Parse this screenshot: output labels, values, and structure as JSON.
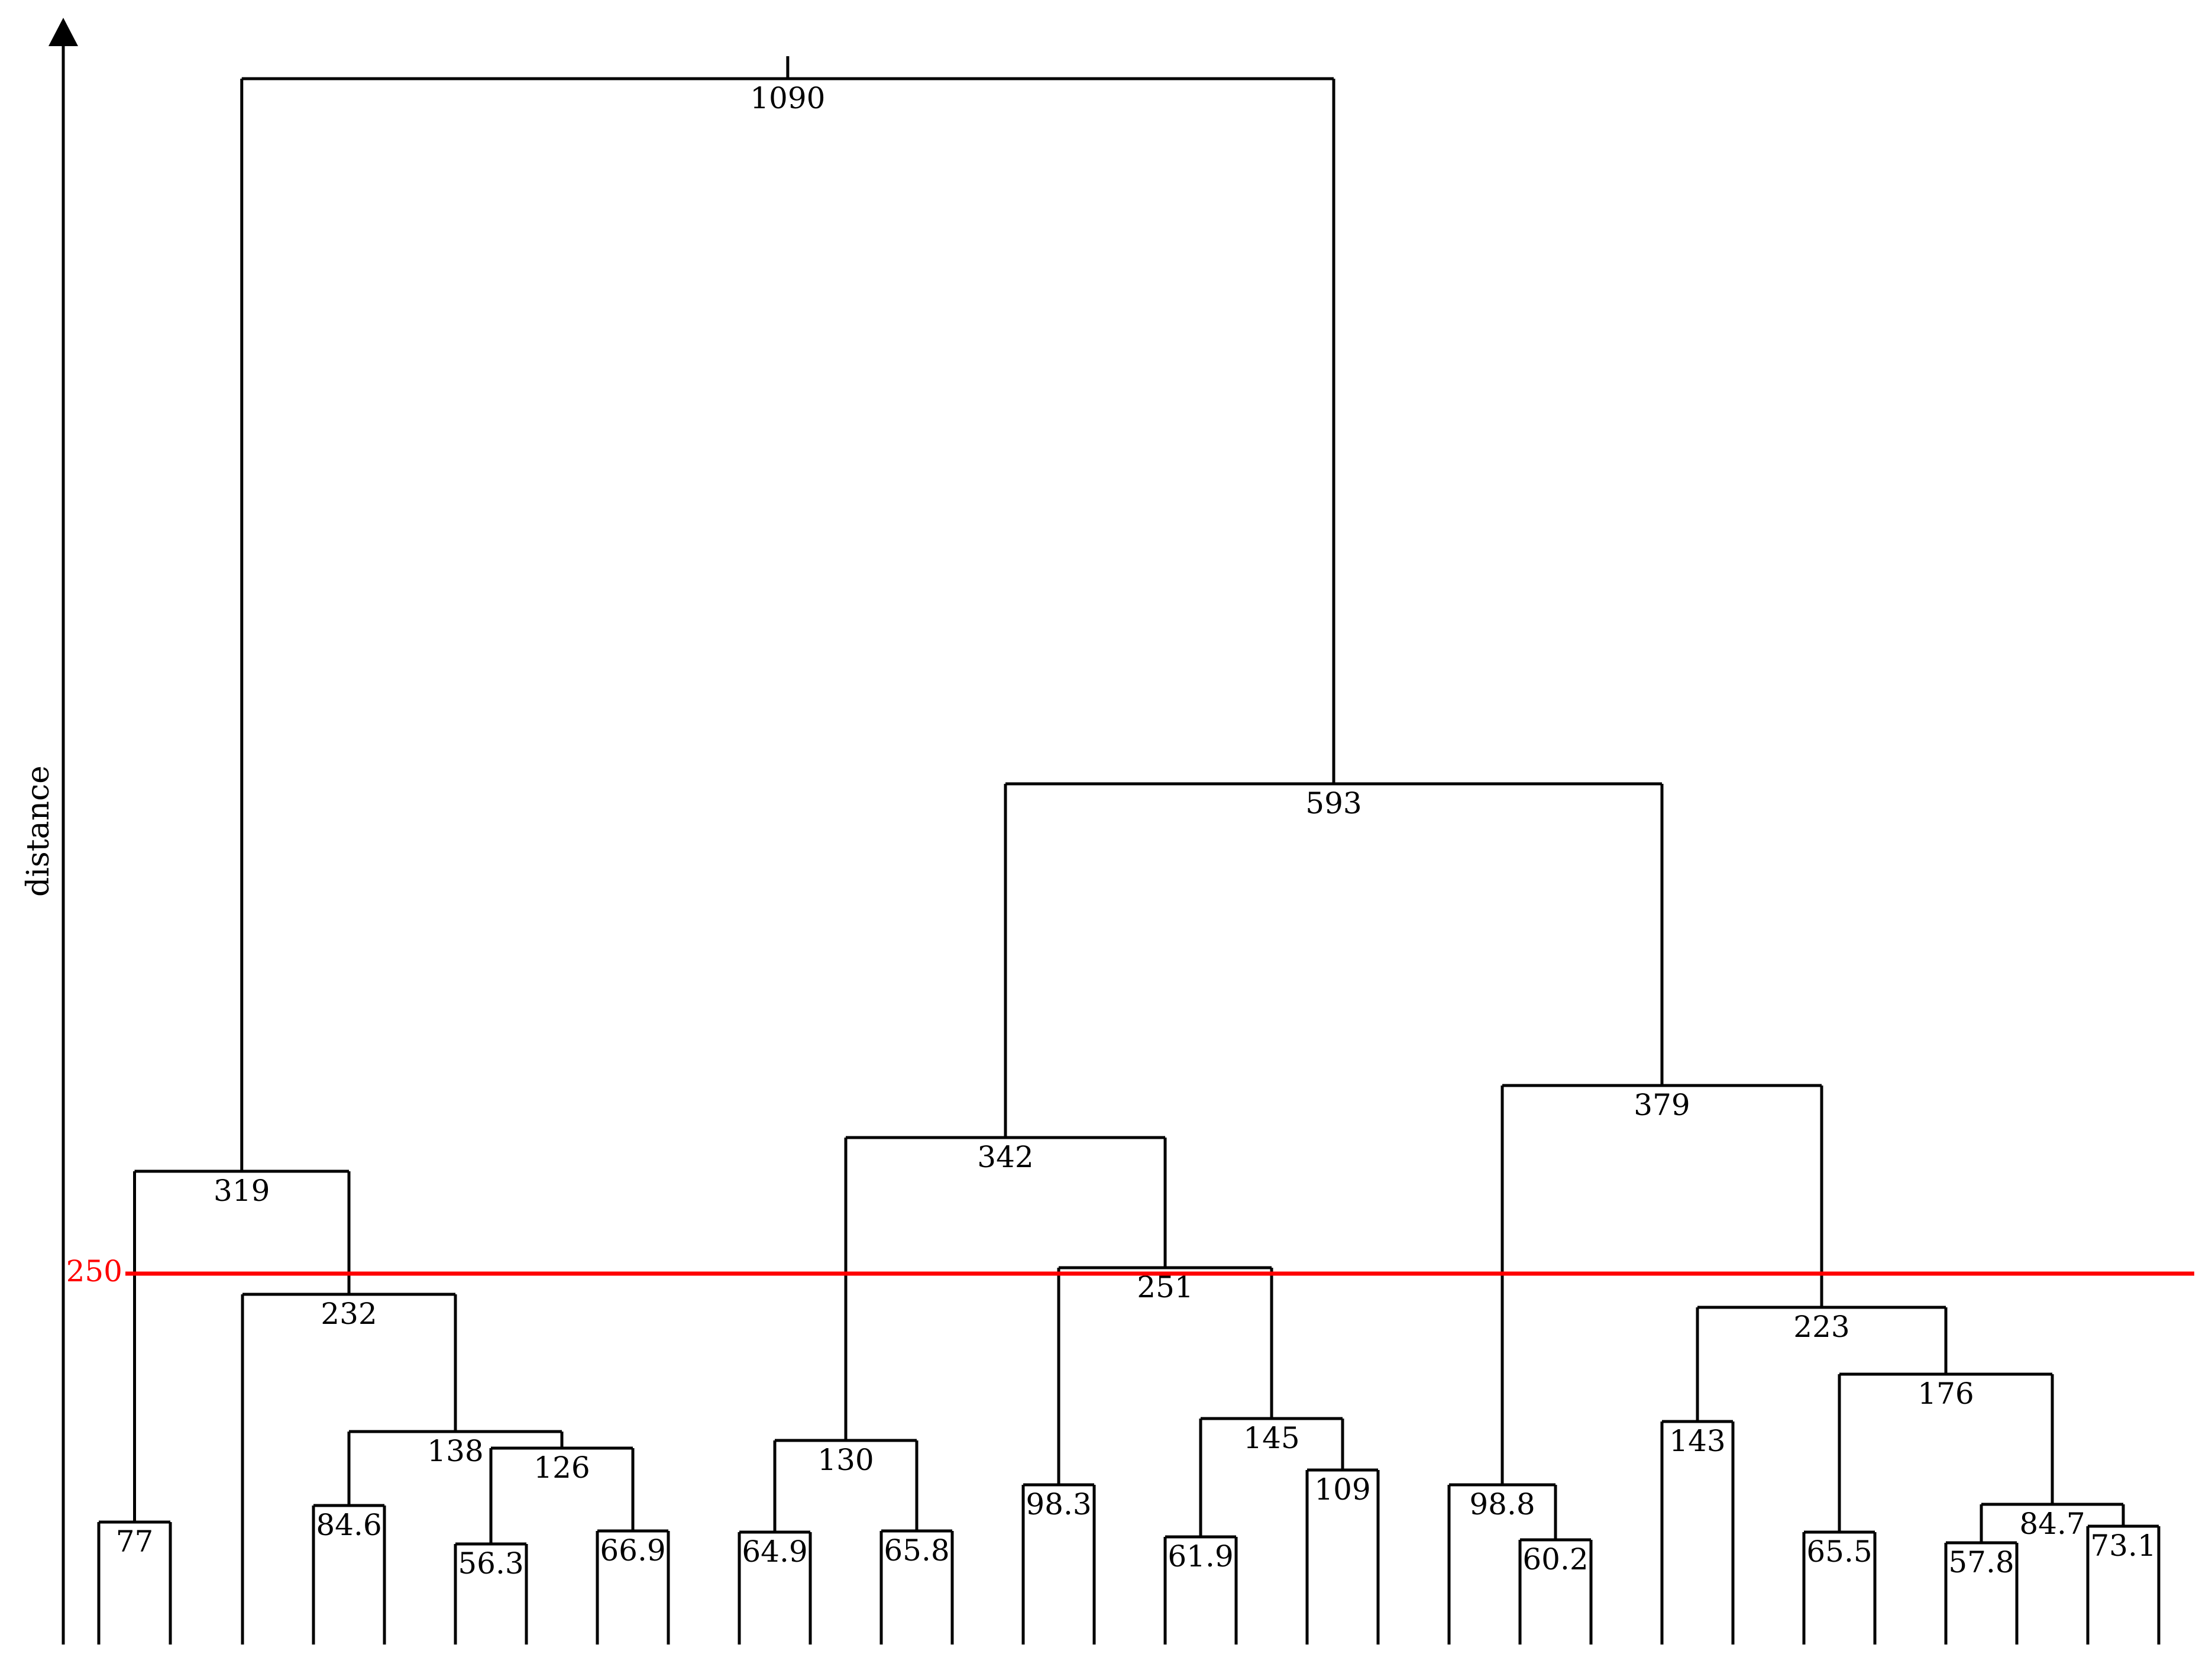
{
  "axis": {
    "label": "distance"
  },
  "threshold": {
    "value": 250,
    "label": "250",
    "color": "#ff0000"
  },
  "chart_data": {
    "type": "dendrogram",
    "leaf_count": 30,
    "merges": [
      {
        "id": "n77",
        "label": "77",
        "children": [
          "leaf1",
          "leaf2"
        ]
      },
      {
        "id": "n84_6",
        "label": "84.6",
        "children": [
          "leaf5",
          "leaf6"
        ]
      },
      {
        "id": "n56_3",
        "label": "56.3",
        "children": [
          "leaf7",
          "leaf8"
        ]
      },
      {
        "id": "n66_9",
        "label": "66.9",
        "children": [
          "leaf9",
          "leaf10"
        ]
      },
      {
        "id": "n126",
        "label": "126",
        "children": [
          "n56_3",
          "n66_9"
        ]
      },
      {
        "id": "n138",
        "label": "138",
        "children": [
          "n84_6",
          "n126"
        ]
      },
      {
        "id": "n232",
        "label": "232",
        "children": [
          "leaf4",
          "n138"
        ]
      },
      {
        "id": "n319",
        "label": "319",
        "children": [
          "n77",
          "n232"
        ]
      },
      {
        "id": "n64_9",
        "label": "64.9",
        "children": [
          "leaf11",
          "leaf12"
        ]
      },
      {
        "id": "n65_8",
        "label": "65.8",
        "children": [
          "leaf13",
          "leaf14"
        ]
      },
      {
        "id": "n130",
        "label": "130",
        "children": [
          "n64_9",
          "n65_8"
        ]
      },
      {
        "id": "n98_3",
        "label": "98.3",
        "children": [
          "leaf15",
          "leaf16"
        ]
      },
      {
        "id": "n61_9",
        "label": "61.9",
        "children": [
          "leaf17",
          "leaf18"
        ]
      },
      {
        "id": "n109",
        "label": "109",
        "children": [
          "leaf19",
          "leaf20"
        ]
      },
      {
        "id": "n145",
        "label": "145",
        "children": [
          "n61_9",
          "n109"
        ]
      },
      {
        "id": "n251",
        "label": "251",
        "children": [
          "n98_3",
          "n145"
        ]
      },
      {
        "id": "n342",
        "label": "342",
        "children": [
          "n130",
          "n251"
        ]
      },
      {
        "id": "n60_2",
        "label": "60.2",
        "children": [
          "leaf22",
          "leaf23"
        ]
      },
      {
        "id": "n98_8",
        "label": "98.8",
        "children": [
          "leaf21",
          "n60_2"
        ]
      },
      {
        "id": "n143",
        "label": "143",
        "children": [
          "leaf24",
          "leaf25"
        ]
      },
      {
        "id": "n65_5",
        "label": "65.5",
        "children": [
          "leaf26",
          "leaf27"
        ]
      },
      {
        "id": "n57_8",
        "label": "57.8",
        "children": [
          "leaf28",
          "leaf29"
        ]
      },
      {
        "id": "n73_1",
        "label": "73.1",
        "children": [
          "leaf30",
          "leaf31"
        ]
      },
      {
        "id": "n84_7",
        "label": "84.7",
        "children": [
          "n57_8",
          "n73_1"
        ]
      },
      {
        "id": "n176",
        "label": "176",
        "children": [
          "n65_5",
          "n84_7"
        ]
      },
      {
        "id": "n223",
        "label": "223",
        "children": [
          "n143",
          "n176"
        ]
      },
      {
        "id": "n379",
        "label": "379",
        "children": [
          "n98_8",
          "n223"
        ]
      },
      {
        "id": "n593",
        "label": "593",
        "children": [
          "n342",
          "n379"
        ]
      },
      {
        "id": "n1090",
        "label": "1090",
        "children": [
          "n319",
          "n593"
        ]
      }
    ]
  }
}
